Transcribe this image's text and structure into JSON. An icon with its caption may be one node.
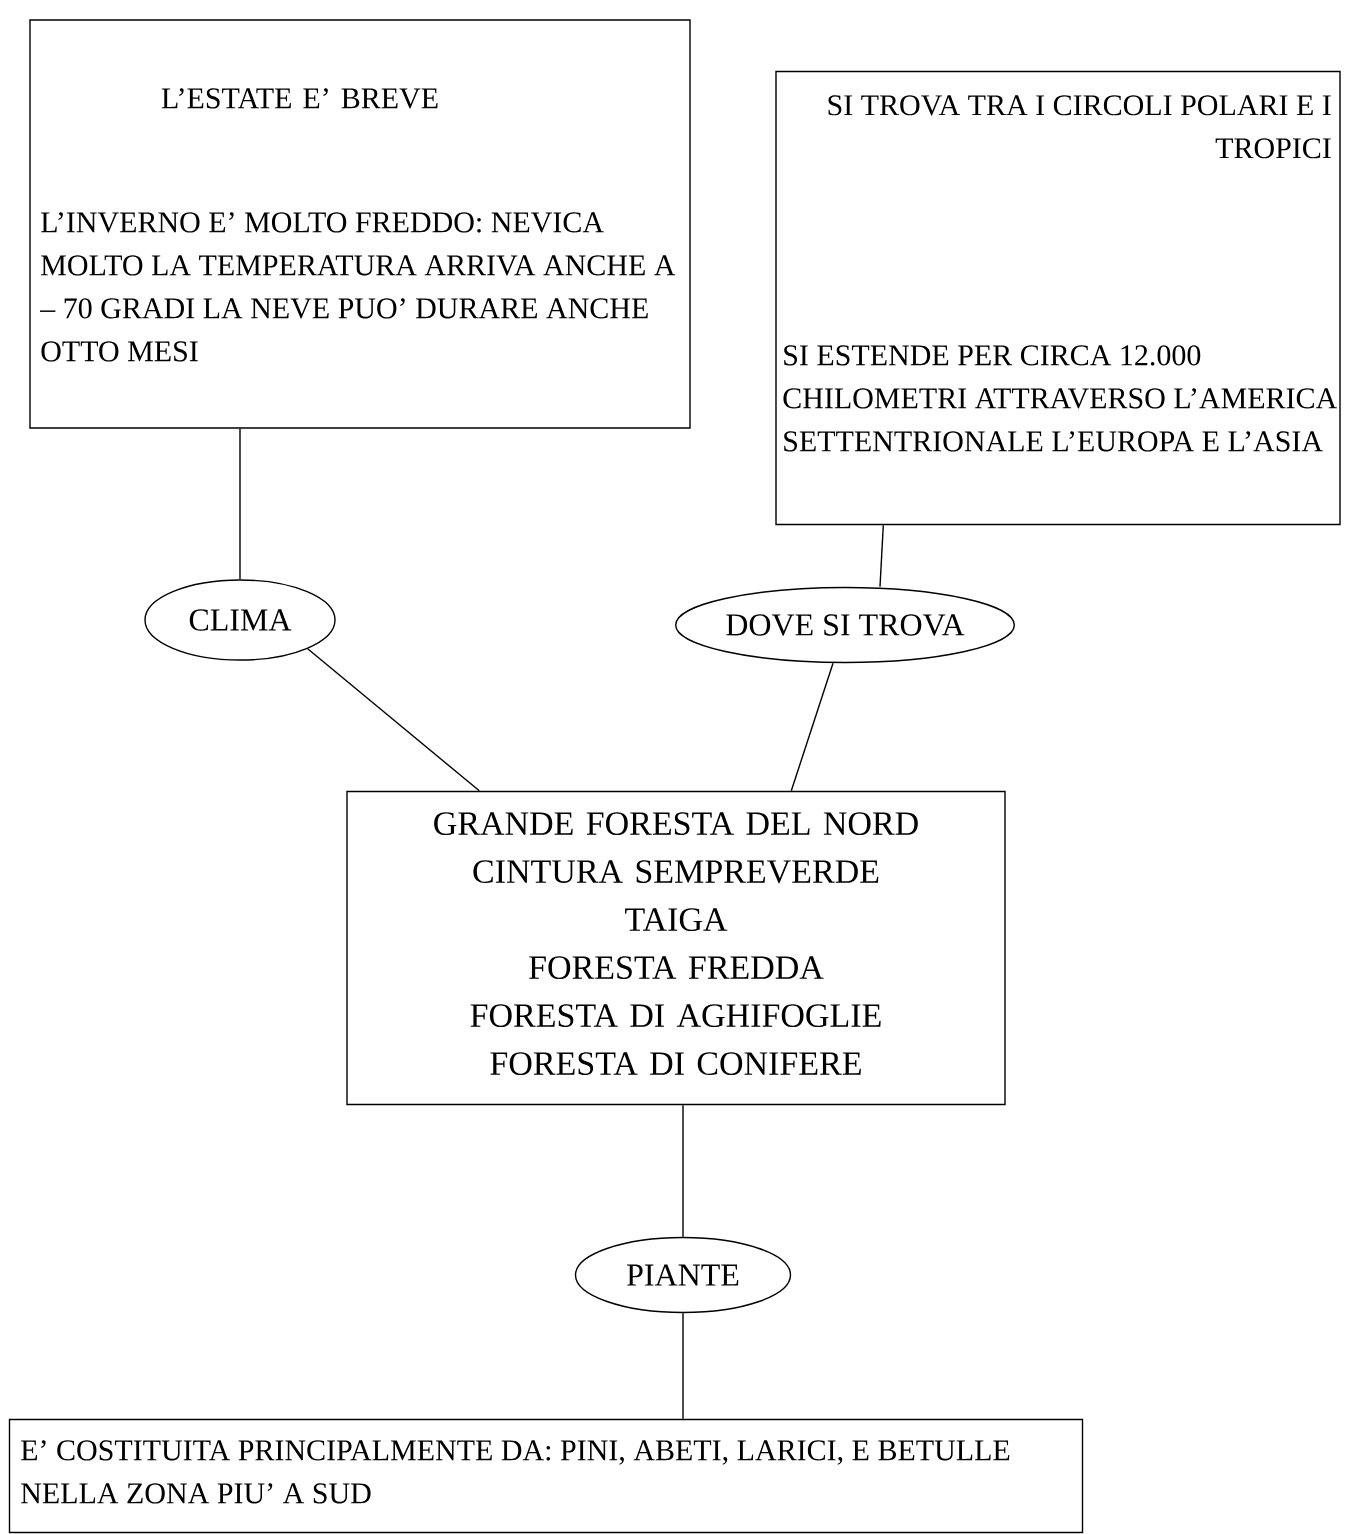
{
  "diagram": {
    "nodes": [
      {
        "text": [
          "L’ESTATE E’ BREVE",
          "L’INVERNO E’ MOLTO FREDDO: NEVICA MOLTO LA TEMPERATURA ARRIVA ANCHE A – 70 GRADI LA NEVE PUO’ DURARE ANCHE OTTO MESI"
        ]
      },
      {
        "text": [
          "SI TROVA TRA I CIRCOLI POLARI E I TROPICI",
          "SI ESTENDE PER CIRCA 12.000 CHILOMETRI ATTRAVERSO L’AMERICA SETTENTRIONALE L’EUROPA E L’ASIA"
        ]
      },
      {
        "text": [
          "CLIMA"
        ]
      },
      {
        "text": [
          "DOVE SI TROVA"
        ]
      },
      {
        "text": [
          "GRANDE FORESTA DEL NORD",
          "CINTURA SEMPREVERDE",
          "TAIGA",
          "FORESTA FREDDA",
          "FORESTA DI AGHIFOGLIE",
          "FORESTA DI CONIFERE"
        ]
      },
      {
        "text": [
          "PIANTE"
        ]
      },
      {
        "text": [
          "E’ COSTITUITA PRINCIPALMENTE DA: PINI, ABETI, LARICI, E BETULLE NELLA ZONA PIU’ A SUD"
        ]
      }
    ],
    "edges": [
      {
        "from": 0,
        "to": 2,
        "arrow": "none"
      },
      {
        "from": 1,
        "to": 3,
        "arrow": "none"
      },
      {
        "from": 2,
        "to": 4,
        "arrow": "none"
      },
      {
        "from": 3,
        "to": 4,
        "arrow": "none"
      },
      {
        "from": 4,
        "to": 5,
        "arrow": "none"
      },
      {
        "from": 5,
        "to": 6,
        "arrow": "none"
      }
    ]
  }
}
